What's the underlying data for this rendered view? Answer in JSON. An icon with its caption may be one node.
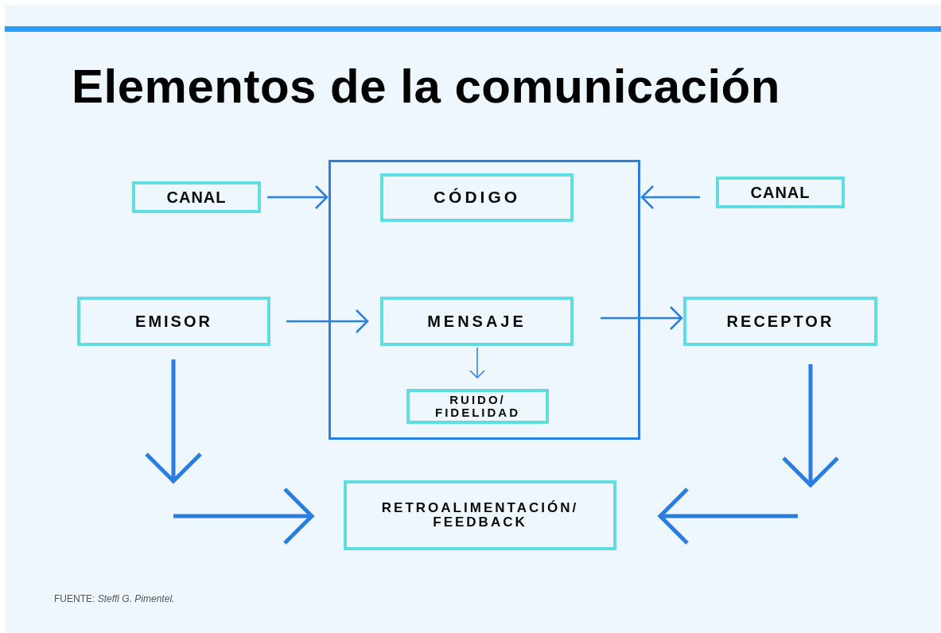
{
  "diagram": {
    "title": "Elementos de la comunicación",
    "nodes": [
      {
        "text": [
          "CANAL"
        ]
      },
      {
        "text": [],
        "shape": "box"
      },
      {
        "text": [
          "CÓDIGO"
        ],
        "in": 1
      },
      {
        "text": [
          "CANAL"
        ]
      },
      {
        "text": [
          "EMISOR"
        ]
      },
      {
        "text": [
          "MENSAJE"
        ],
        "in": 1
      },
      {
        "text": [
          "RECEPTOR"
        ]
      },
      {
        "text": [
          "RUIDO/ FIDELIDAD"
        ],
        "in": 1
      },
      {
        "text": [
          "RETROALIMENTACIÓN/ FEEDBACK"
        ]
      }
    ],
    "edges": [
      {
        "from": 0,
        "to": 1,
        "arrow": "to"
      },
      {
        "from": 3,
        "to": 1,
        "arrow": "to"
      },
      {
        "from": 4,
        "to": 5,
        "arrow": "to"
      },
      {
        "from": 5,
        "to": 6,
        "arrow": "to"
      },
      {
        "from": 5,
        "to": 7,
        "arrow": "to"
      },
      {
        "from": 4,
        "to": null,
        "arrow": "to",
        "style": "thick"
      },
      {
        "from": null,
        "to": 8,
        "arrow": "to",
        "style": "thick"
      },
      {
        "from": 6,
        "to": null,
        "arrow": "to",
        "style": "thick"
      },
      {
        "from": null,
        "to": 8,
        "arrow": "to",
        "style": "thick"
      }
    ],
    "labels": [
      "FUENTE: *Steffi G. Pimentel.*"
    ]
  }
}
